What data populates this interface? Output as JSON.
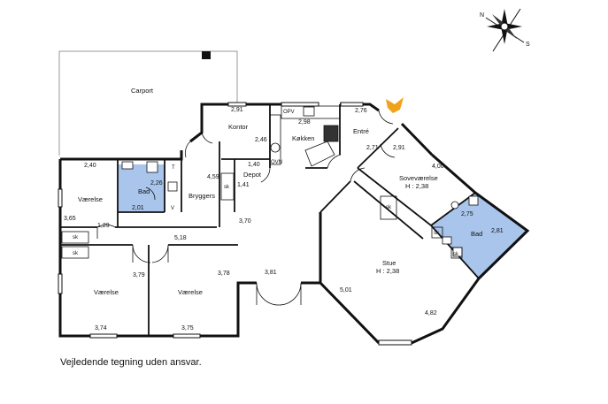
{
  "compass": {
    "n": "N",
    "s": "S"
  },
  "rooms": {
    "carport": "Carport",
    "kontor": "Kontor",
    "kokken": "Køkken",
    "entre": "Entré",
    "sovevaerelse": "Soveværelse",
    "sovevaerelse_h": "H : 2,38",
    "bryggers": "Bryggers",
    "depot": "Depot",
    "bad1": "Bad",
    "bad2": "Bad",
    "vaerelse1": "Værelse",
    "vaerelse2": "Værelse",
    "vaerelse3": "Værelse",
    "stue": "Stue",
    "stue_h": "H : 2,38"
  },
  "fixtures": {
    "opv": "OPV",
    "ovn": "OVN",
    "t": "T",
    "v": "V",
    "sk": "sk"
  },
  "dims": {
    "d291a": "2,91",
    "d246": "2,46",
    "d298": "2,98",
    "d276": "2,76",
    "d271": "2,71",
    "d291b": "2,91",
    "d400": "4,00",
    "d240": "2,40",
    "d226": "2,26",
    "d201": "2,01",
    "d459": "4,59",
    "d140": "1,40",
    "d141": "1,41",
    "d365": "3,65",
    "d129": "1,29",
    "d518": "5,18",
    "d370": "3,70",
    "d275": "2,75",
    "d281": "2,81",
    "d379": "3,79",
    "d378": "3,78",
    "d381": "3,81",
    "d501": "5,01",
    "d482": "4,82",
    "d374": "3,74",
    "d375": "3,75"
  },
  "disclaimer": "Vejledende tegning uden ansvar.",
  "colors": {
    "bath": "#a9c5eb",
    "wall": "#111111",
    "entry_arrow": "#f0a21a",
    "carport_line": "#9a9a9a"
  }
}
